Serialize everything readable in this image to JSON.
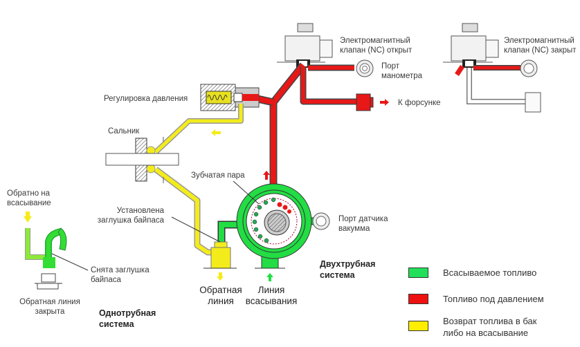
{
  "labels": {
    "solenoid_open": "Электромагнитный\nклапан (NC) открыт",
    "solenoid_closed": "Электромагнитный\nклапан (NC) закрыт",
    "gauge_port": "Порт\nманометра",
    "to_nozzle": "К форсунке",
    "pressure_adjust": "Регулировка давления",
    "shaft_seal": "Сальник",
    "gear_set": "Зубчатая пара",
    "vacuum_port": "Порт датчика\nвакумма",
    "bypass_plug_installed": "Установлена\nзаглушка байпаса",
    "return_line": "Обратная\nлиния",
    "suction_line": "Линия\nвсасывания",
    "back_to_suction": "Обратно на\nвсасывание",
    "bypass_plug_removed": "Снята заглушка\nбайпаса",
    "return_line_closed": "Обратная линия\nзакрыта",
    "two_pipe_system": "Двухтрубная\nсистема",
    "one_pipe_system": "Однотрубная\nсистема"
  },
  "legend": [
    {
      "label": "Всасываемое топливо",
      "color": "#22e05a"
    },
    {
      "label": "Топливо под давлением",
      "color": "#ee1111"
    },
    {
      "label": "Возврат топлива в бак\nлибо на всасывание",
      "color": "#ffee00"
    }
  ],
  "colors": {
    "suction": "#22dd44",
    "pressure": "#e81818",
    "return": "#f4ec1a",
    "outline": "#333333"
  }
}
